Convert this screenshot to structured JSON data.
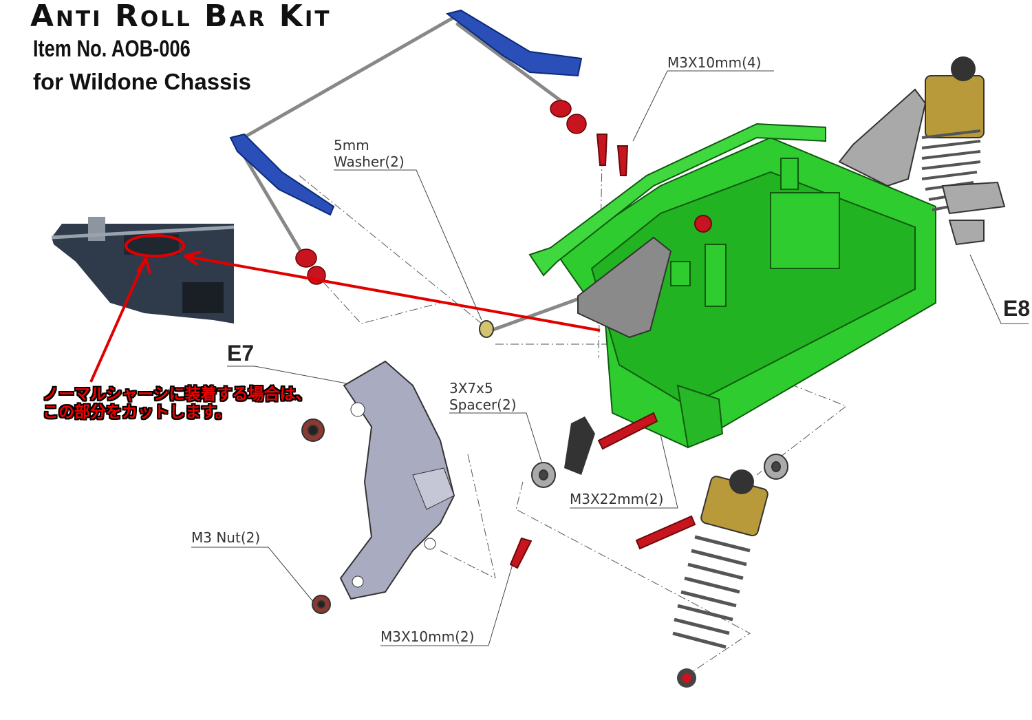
{
  "header": {
    "title": "Anti Roll Bar Kit",
    "item_number": "Item No. AOB-006",
    "subtitle": "for Wildone Chassis"
  },
  "parts": {
    "m3x10_4": "M3X10mm(4)",
    "washer_line1": "5mm",
    "washer_line2": "Washer(2)",
    "e8": "E8",
    "e7": "E7",
    "spacer_line1": "3X7x5",
    "spacer_line2": "Spacer(2)",
    "m3x22": "M3X22mm(2)",
    "m3nut": "M3 Nut(2)",
    "m3x10_2": "M3X10mm(2)"
  },
  "note": {
    "line1": "ノーマルシャーシに装着する場合は、",
    "line2": "この部分をカットします。"
  },
  "colors": {
    "chassis": "#2ecc2e",
    "arm": "#2a4fb8",
    "annotation": "#e00000",
    "bracket": "#a9abc0"
  }
}
